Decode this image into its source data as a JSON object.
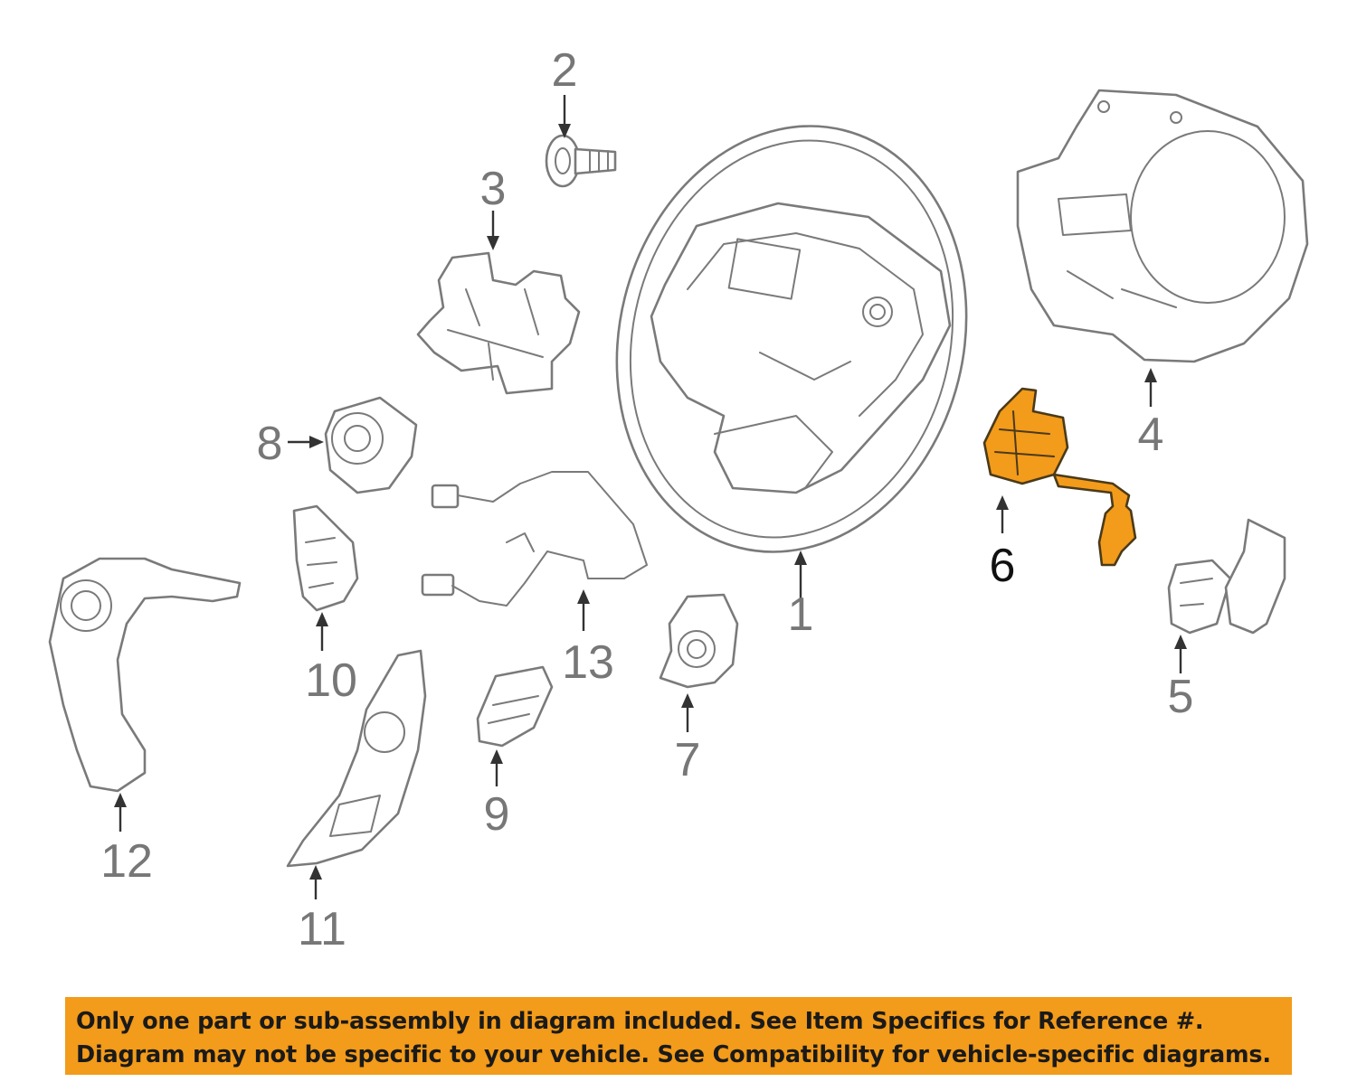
{
  "diagram": {
    "highlight_color": "#f39b1a",
    "highlighted_part": "6",
    "callouts": [
      "1",
      "2",
      "3",
      "4",
      "5",
      "6",
      "7",
      "8",
      "9",
      "10",
      "11",
      "12",
      "13"
    ]
  },
  "notice": {
    "line1": "Only one part or sub-assembly in diagram included. See Item Specifics for Reference #.",
    "line2": "Diagram may not be specific to your vehicle. See Compatibility for vehicle-specific diagrams.",
    "background": "#f39b1a"
  }
}
